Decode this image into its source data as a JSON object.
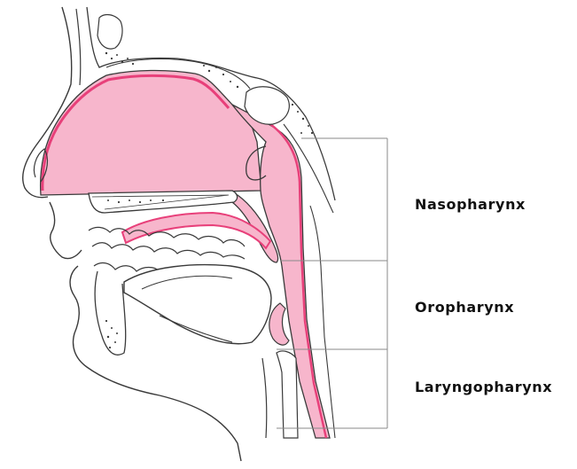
{
  "labels": {
    "nasopharynx": "Nasopharynx",
    "oropharynx": "Oropharynx",
    "laryngopharynx": "Laryngopharynx"
  },
  "colors": {
    "outline": "#3a3a3a",
    "mucosa_fill": "#f7b6cc",
    "mucosa_edge": "#e8407a",
    "leader": "#8a8a8a",
    "background": "#ffffff"
  }
}
